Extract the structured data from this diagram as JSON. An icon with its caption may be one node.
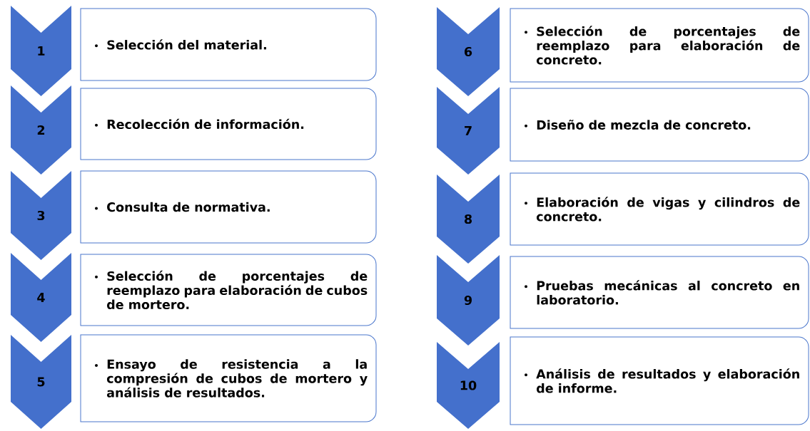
{
  "diagram": {
    "nodes": [
      {
        "text": [
          "1"
        ]
      },
      {
        "text": [
          "Selección del material."
        ]
      },
      {
        "text": [
          "2"
        ]
      },
      {
        "text": [
          "Recolección de información."
        ]
      },
      {
        "text": [
          "3"
        ]
      },
      {
        "text": [
          "Consulta de normativa."
        ]
      },
      {
        "text": [
          "4"
        ]
      },
      {
        "text": [
          "Selección de porcentajes de reemplazo para elaboración de cubos de mortero."
        ]
      },
      {
        "text": [
          "5"
        ]
      },
      {
        "text": [
          "Ensayo de resistencia a la compresión de cubos de mortero y análisis de resultados."
        ]
      },
      {
        "text": [
          "6"
        ]
      },
      {
        "text": [
          "Selección de porcentajes de reemplazo para elaboración de concreto."
        ]
      },
      {
        "text": [
          "7"
        ]
      },
      {
        "text": [
          "Diseño de mezcla de concreto."
        ]
      },
      {
        "text": [
          "8"
        ]
      },
      {
        "text": [
          "Elaboración de vigas y cilindros de concreto."
        ]
      },
      {
        "text": [
          "9"
        ]
      },
      {
        "text": [
          "Pruebas mecánicas al concreto en laboratorio."
        ]
      },
      {
        "text": [
          "10"
        ]
      },
      {
        "text": [
          "Análisis de resultados y elaboración de informe."
        ]
      }
    ]
  }
}
